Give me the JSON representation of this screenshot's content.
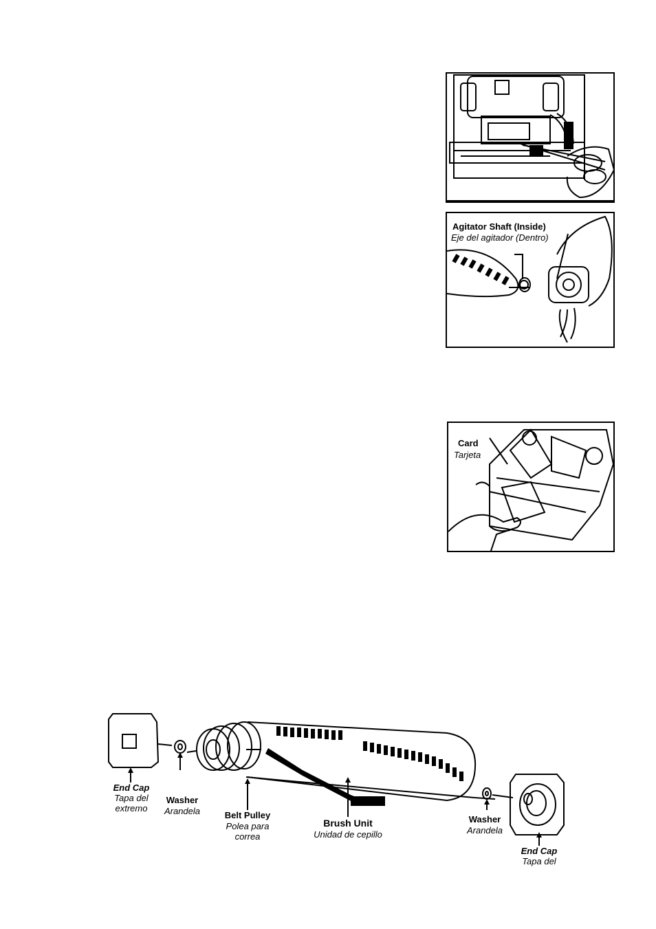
{
  "figure2": {
    "label_en": "Agitator Shaft (Inside)",
    "label_es": "Eje del agitador (Dentro)"
  },
  "figure3": {
    "label_en": "Card",
    "label_es": "Tarjeta"
  },
  "parts": {
    "end_cap_left": {
      "en": "End Cap",
      "es_line1": "Tapa del",
      "es_line2": "extremo"
    },
    "washer_left": {
      "en": "Washer",
      "es": "Arandela"
    },
    "belt_pulley": {
      "en": "Belt Pulley",
      "es_line1": "Polea para",
      "es_line2": "correa"
    },
    "brush_unit": {
      "en": "Brush Unit",
      "es": "Unidad de cepillo"
    },
    "washer_right": {
      "en": "Washer",
      "es": "Arandela"
    },
    "end_cap_right": {
      "en": "End Cap",
      "es": "Tapa del"
    }
  }
}
